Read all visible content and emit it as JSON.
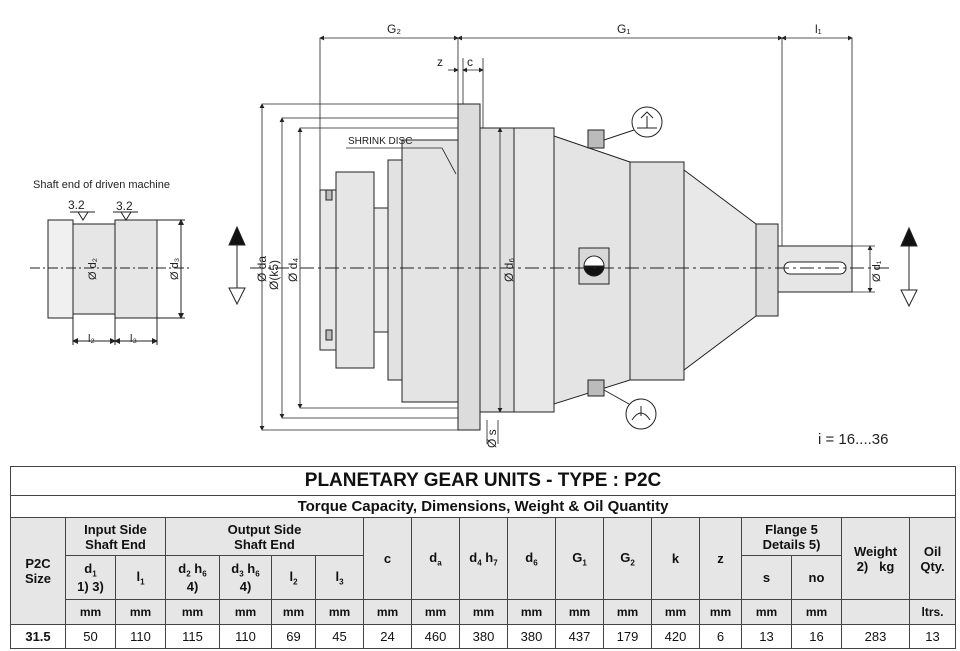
{
  "drawing": {
    "shaft_label": "Shaft end of driven machine",
    "roughness_1": "3.2",
    "roughness_2": "3.2",
    "dim_g2": "G₂",
    "dim_g1": "G₁",
    "dim_l1": "l₁",
    "dim_z": "z",
    "dim_c": "c",
    "dim_l2": "l₂",
    "dim_l3": "l₃",
    "dim_d2": "Ø d₂",
    "dim_d3": "Ø d₃",
    "dim_da": "Ø da",
    "dim_k": "Ø(k5)",
    "dim_d4": "Ø d₄",
    "dim_d6": "Ø d₆",
    "dim_d1": "Ø d₁",
    "dim_s": "Ø s",
    "shrink_disc": "SHRINK DISC",
    "ratio": "i  = 16....36"
  },
  "table": {
    "title": "PLANETARY GEAR UNITS - TYPE : P2C",
    "subtitle": "Torque Capacity, Dimensions, Weight & Oil Quantity",
    "size_label_1": "P2C",
    "size_label_2": "Size",
    "input_group_1": "Input Side",
    "input_group_2": "Shaft End",
    "output_group_1": "Output Side",
    "output_group_2": "Shaft End",
    "flange_group_1": "Flange 5",
    "flange_group_2": "Details  5)",
    "h_d1": "d",
    "h_d1_sub": "1",
    "h_d1_note": "1)  3)",
    "h_l1": "l",
    "h_l1_sub": "1",
    "h_d2": "d",
    "h_d2_sub": "2",
    "h_d2_tol": " h",
    "h_d2_tol_sub": "6",
    "h_d2_note": "4)",
    "h_d3": "d",
    "h_d3_sub": "3",
    "h_d3_tol": " h",
    "h_d3_tol_sub": "6",
    "h_d3_note": "4)",
    "h_l2": "l",
    "h_l2_sub": "2",
    "h_l3": "l",
    "h_l3_sub": "3",
    "h_c": "c",
    "h_da": "d",
    "h_da_sub": "a",
    "h_d4": "d",
    "h_d4_sub": "4",
    "h_d4_tol": " h",
    "h_d4_tol_sub": "7",
    "h_d6": "d",
    "h_d6_sub": "6",
    "h_g1": "G",
    "h_g1_sub": "1",
    "h_g2": "G",
    "h_g2_sub": "2",
    "h_k": "k",
    "h_z": "z",
    "h_s": "s",
    "h_no": "no",
    "h_weight": "Weight",
    "h_weight_note": "2)",
    "h_weight_unit": "kg",
    "h_oil_1": "Oil",
    "h_oil_2": "Qty.",
    "units": [
      "mm",
      "mm",
      "mm",
      "mm",
      "mm",
      "mm",
      "mm",
      "mm",
      "mm",
      "mm",
      "mm",
      "mm",
      "mm",
      "mm",
      "mm",
      "mm"
    ],
    "oil_unit": "ltrs.",
    "row": {
      "size": "31.5",
      "d1": "50",
      "l1": "110",
      "d2": "115",
      "d3": "110",
      "l2": "69",
      "l3": "45",
      "c": "24",
      "da": "460",
      "d4": "380",
      "d6": "380",
      "g1": "437",
      "g2": "179",
      "k": "420",
      "z": "6",
      "s": "13",
      "no": "16",
      "weight": "283",
      "oil": "13"
    }
  }
}
